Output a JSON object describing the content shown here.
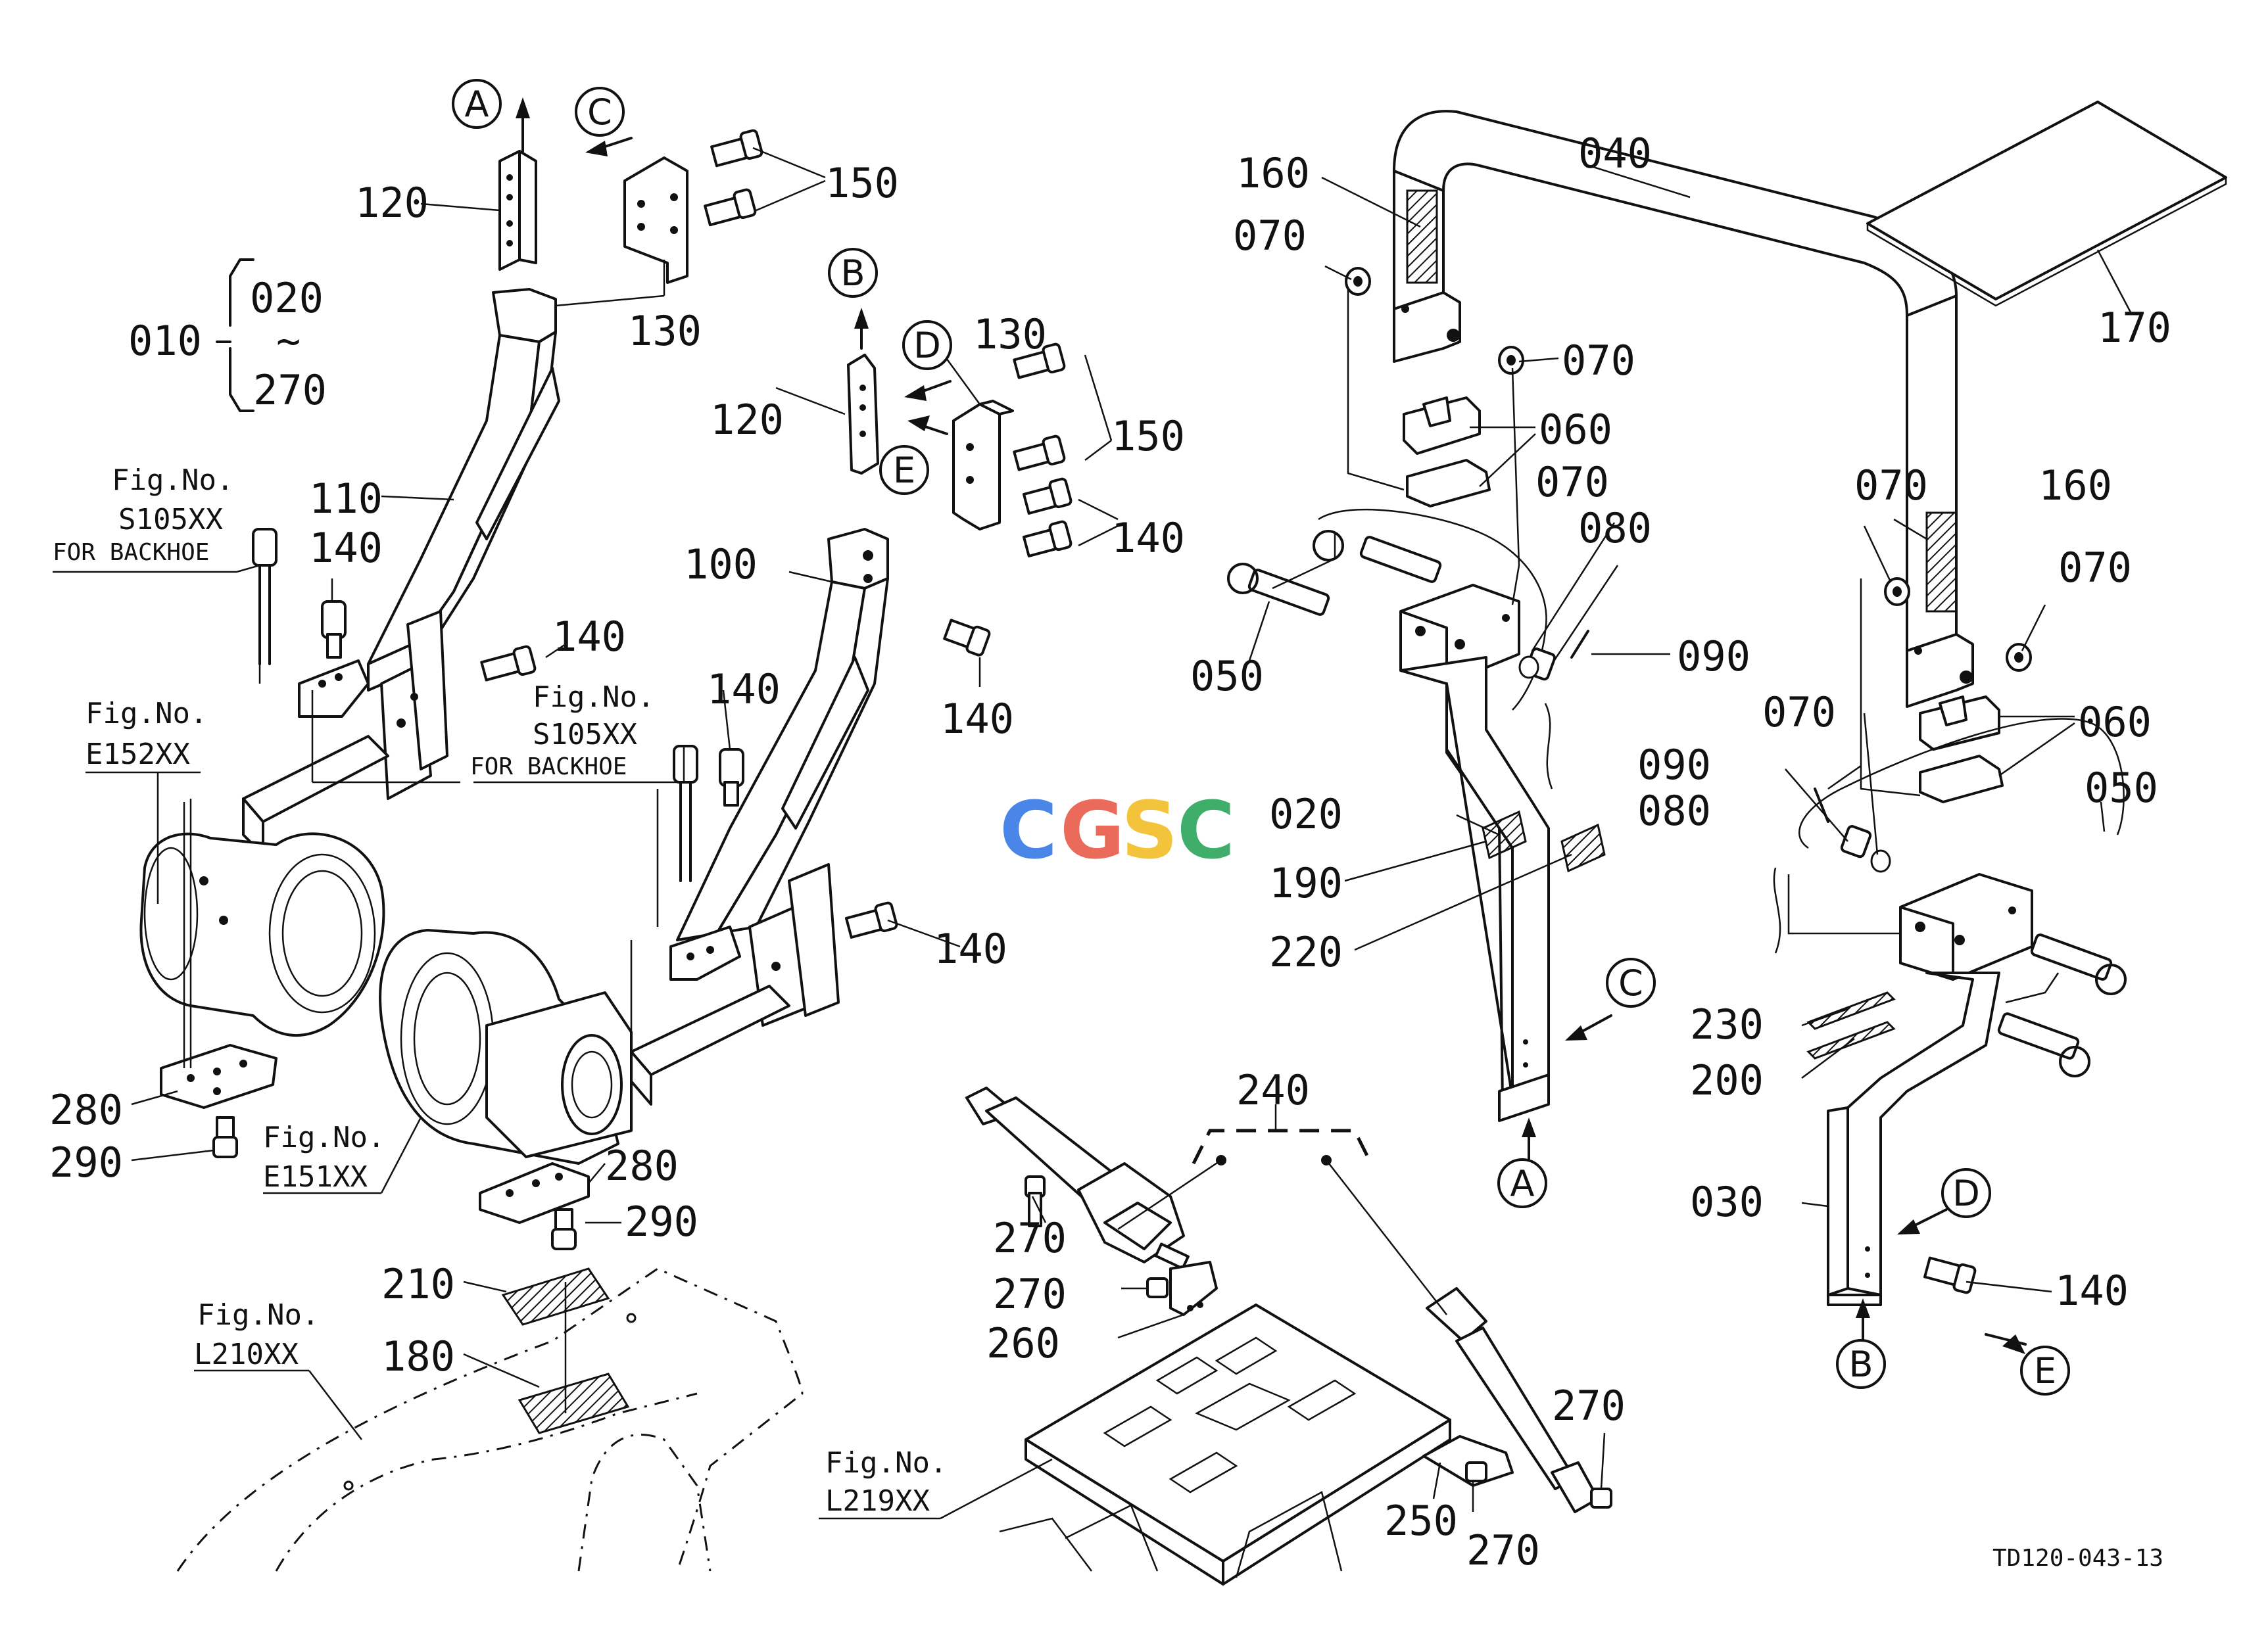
{
  "drawing": {
    "code": "TD120-043-13",
    "watermark": "CGSC",
    "brand_colors": {
      "c1": "#4a86e8",
      "g": "#ea6b5a",
      "s": "#f4c33c",
      "c2": "#3fae6a"
    }
  },
  "callouts": {
    "c010": "010",
    "c020": "020",
    "c020b": "020",
    "c270a": "270",
    "tilde": "~",
    "c030": "030",
    "c040": "040",
    "c050a": "050",
    "c050b": "050",
    "c060a": "060",
    "c060b": "060",
    "c070a": "070",
    "c070b": "070",
    "c070c": "070",
    "c070d": "070",
    "c070e": "070",
    "c070f": "070",
    "c080a": "080",
    "c080b": "080",
    "c090a": "090",
    "c090b": "090",
    "c100": "100",
    "c110": "110",
    "c120a": "120",
    "c120b": "120",
    "c130a": "130",
    "c130b": "130",
    "c140a": "140",
    "c140b": "140",
    "c140c": "140",
    "c140d": "140",
    "c140e": "140",
    "c140f": "140",
    "c140g": "140",
    "c150a": "150",
    "c150b": "150",
    "c160a": "160",
    "c160b": "160",
    "c170": "170",
    "c180": "180",
    "c190": "190",
    "c200": "200",
    "c210": "210",
    "c220": "220",
    "c230": "230",
    "c240": "240",
    "c250": "250",
    "c260": "260",
    "c270b": "270",
    "c270c": "270",
    "c270d": "270",
    "c270e": "270",
    "c280a": "280",
    "c280b": "280",
    "c290a": "290",
    "c290b": "290"
  },
  "markers": {
    "A1": "A",
    "A2": "A",
    "B1": "B",
    "B2": "B",
    "C1": "C",
    "C2": "C",
    "D1": "D",
    "D2": "D",
    "E1": "E",
    "E2": "E"
  },
  "references": {
    "s105_1": {
      "figno": "Fig.No.",
      "code": "S105XX",
      "note": "FOR BACKHOE"
    },
    "s105_2": {
      "figno": "Fig.No.",
      "code": "S105XX",
      "note": "FOR BACKHOE"
    },
    "e152": {
      "figno": "Fig.No.",
      "code": "E152XX"
    },
    "e151": {
      "figno": "Fig.No.",
      "code": "E151XX"
    },
    "l210": {
      "figno": "Fig.No.",
      "code": "L210XX"
    },
    "l219": {
      "figno": "Fig.No.",
      "code": "L219XX"
    }
  }
}
